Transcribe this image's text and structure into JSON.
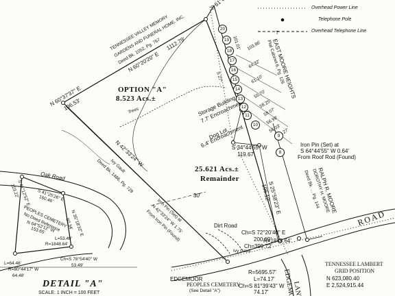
{
  "legend": {
    "overhead_power": "Overhead Power Line",
    "telephone_pole": "Telephone Pole",
    "overhead_telephone": "Overhead Telephone Line"
  },
  "tennessee_valley": "TENNESSEE VALLEY MEMORY",
  "gardens": "GARDENS AND FUNERAL HOME, INC.",
  "deed_tva": "Deed Bk. 1052, Pg. 767",
  "bearing_top": "N 60°20'20\" E",
  "dist_top": "1112.79'",
  "bearing_topright": "S 61°09'...",
  "bearing_left": "N 60°37'37\" E",
  "dist_left": "196.53'",
  "option_a": "OPTION \"A\"",
  "option_a_acres": "8.523 Acs.±",
  "trees": "Trees",
  "storage_1": "Storage Building",
  "storage_2": "7.7' Encroachment",
  "dog_lot_1": "Dog Lot",
  "dog_lot_2": "6.4' Encroachment",
  "bearing_mid": "S 34°44'55\" W",
  "dist_mid": "119.67'",
  "remainder_acres": "25.621 Acs.±",
  "remainder": "Remainder",
  "deed_left_diag": "Deed Bk. 1486, Pg. 729",
  "ivy_gault": "Ivy Gault",
  "bearing_long": "N 42°33'24\" W",
  "iron_pin_left": "Iron Pin (Set) at",
  "iron_pin_left_2": "N 42°33'24\" W 1.75'",
  "iron_pin_left_3": "From Iron Pin (Found)",
  "thirty": "30'",
  "east_moore_1": "EAST MOORE HEIGHTS",
  "east_moore_2": "Plat Cabinet 6, Pg. 126",
  "lot_numbers": [
    "20",
    "19",
    "18",
    "17",
    "16",
    "15",
    "14",
    "13",
    "12",
    "11",
    "10",
    "9",
    "8"
  ],
  "iron_pin_right_1": "Iron Pin (Set) at",
  "iron_pin_right_2": "S 64°44'55\" W 0.64'",
  "iron_pin_right_3": "From Roof Rod (Found)",
  "ralph_1": "RALPH R. MOORE",
  "ralph_2": "DOROTHY H. MOORE",
  "ralph_3": "Deed Bk. ... Pg. 144",
  "bearing_vert": "S 25°58'23\" E",
  "dist_vert": "195.12'",
  "bearing_right_mid": "S 27°...",
  "dist_101": "101.01'",
  "dist_103": "103.86'",
  "dist_6432": "64.32'",
  "dist_6110": "61.10'",
  "dist_6127": "61.27'",
  "dist_5570": "55.70'",
  "dist_5825": "58.25'",
  "dist_5807": "58.07'",
  "dist_5699": "56.99'",
  "dist_5603": "56.03'",
  "dirt_road": "Dirt Road",
  "ch_bearing": "Ch=S 72°20'40\" E",
  "ch_len": "200.09'",
  "ch_309": "Ch=399.72'",
  "r1848": "R=1848.64'",
  "ivy_label": "Ivy Gault",
  "peoples_cemetery": "PEOPLES CEMETERY",
  "see_detail": "(See Detail \"A\")",
  "edgemoor": "EDGEMOOR",
  "edgemoor_road": "ROAD",
  "edgemoor_lane_1": "EDGEMOOR",
  "edgemoor_lane_2": "LANE",
  "r5695": "R=5695.57'",
  "l7417": "L=74.17'",
  "ch_bottom": "Ch=S 81°39'43\" W",
  "ch_bottom_2": "74.17'",
  "tn_lambert": "TENNESSEE LAMBERT",
  "grid_position": "GRID POSITION",
  "n_coord": "N 623,080.40",
  "e_coord": "E 2,524,915.44",
  "detail_title": "DETAIL \"A\"",
  "detail_scale": "SCALE: 1 INCH = 100 FEET",
  "detail_oak": "Oak Road",
  "detail_b1": "S 41°12'52\" E",
  "detail_d1": "123.22'",
  "detail_b2": "S 41°25'26\" E",
  "detail_d2": "160.46'",
  "detail_pc1": "PEOPLES CEMETERY",
  "detail_pc2": "No Deed Reference",
  "detail_b3": "N 64°52'12\" W",
  "detail_d3": "153.65'",
  "detail_l1": "L=53.49'",
  "detail_r1": "R=1848.64'",
  "detail_ch1": "Ch=S 78°54'40\" W",
  "detail_ch1b": "53.49'",
  "detail_l2": "L=64.48'",
  "detail_r2": "R=80°44'17\" W",
  "detail_ch2": "64.48'",
  "detail_b4": "N 35°18'32\" E",
  "detail_d4": "50.34'"
}
